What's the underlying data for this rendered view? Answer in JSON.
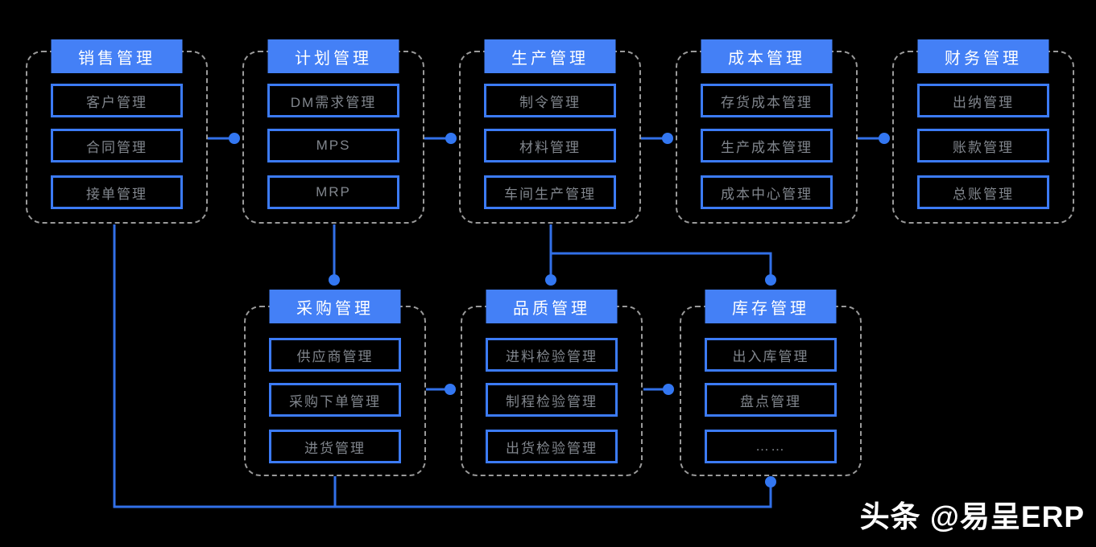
{
  "diagram": {
    "description_colors": {
      "background": "#000000",
      "header_bg": "#4480f6",
      "header_text": "#ffffff",
      "item_border": "#3c7bf6",
      "item_text": "#81868d",
      "group_dashed_border": "#9a9a9a",
      "connector_line": "#3270e8",
      "connector_dot": "#3377f2",
      "watermark_text": "#ffffff"
    },
    "groups": [
      {
        "id": "sales",
        "title": "销售管理",
        "items": [
          "客户管理",
          "合同管理",
          "接单管理"
        ]
      },
      {
        "id": "planning",
        "title": "计划管理",
        "items": [
          "DM需求管理",
          "MPS",
          "MRP"
        ]
      },
      {
        "id": "production",
        "title": "生产管理",
        "items": [
          "制令管理",
          "材料管理",
          "车间生产管理"
        ]
      },
      {
        "id": "cost",
        "title": "成本管理",
        "items": [
          "存货成本管理",
          "生产成本管理",
          "成本中心管理"
        ]
      },
      {
        "id": "finance",
        "title": "财务管理",
        "items": [
          "出纳管理",
          "账款管理",
          "总账管理"
        ]
      },
      {
        "id": "purchase",
        "title": "采购管理",
        "items": [
          "供应商管理",
          "采购下单管理",
          "进货管理"
        ]
      },
      {
        "id": "quality",
        "title": "品质管理",
        "items": [
          "进料检验管理",
          "制程检验管理",
          "出货检验管理"
        ]
      },
      {
        "id": "inventory",
        "title": "库存管理",
        "items": [
          "出入库管理",
          "盘点管理",
          "……"
        ]
      }
    ],
    "connections": [
      "销售管理 → 计划管理",
      "计划管理 → 生产管理",
      "生产管理 → 成本管理",
      "成本管理 → 财务管理",
      "计划管理 → 采购管理",
      "生产管理 → 品质管理",
      "生产管理 → 库存管理",
      "采购管理 → 品质管理",
      "品质管理 → 库存管理",
      "销售管理 → 库存管理 (bottom loop)",
      "采购管理 → bottom loop"
    ],
    "watermark": {
      "text": "头条 @易呈ERP"
    }
  }
}
